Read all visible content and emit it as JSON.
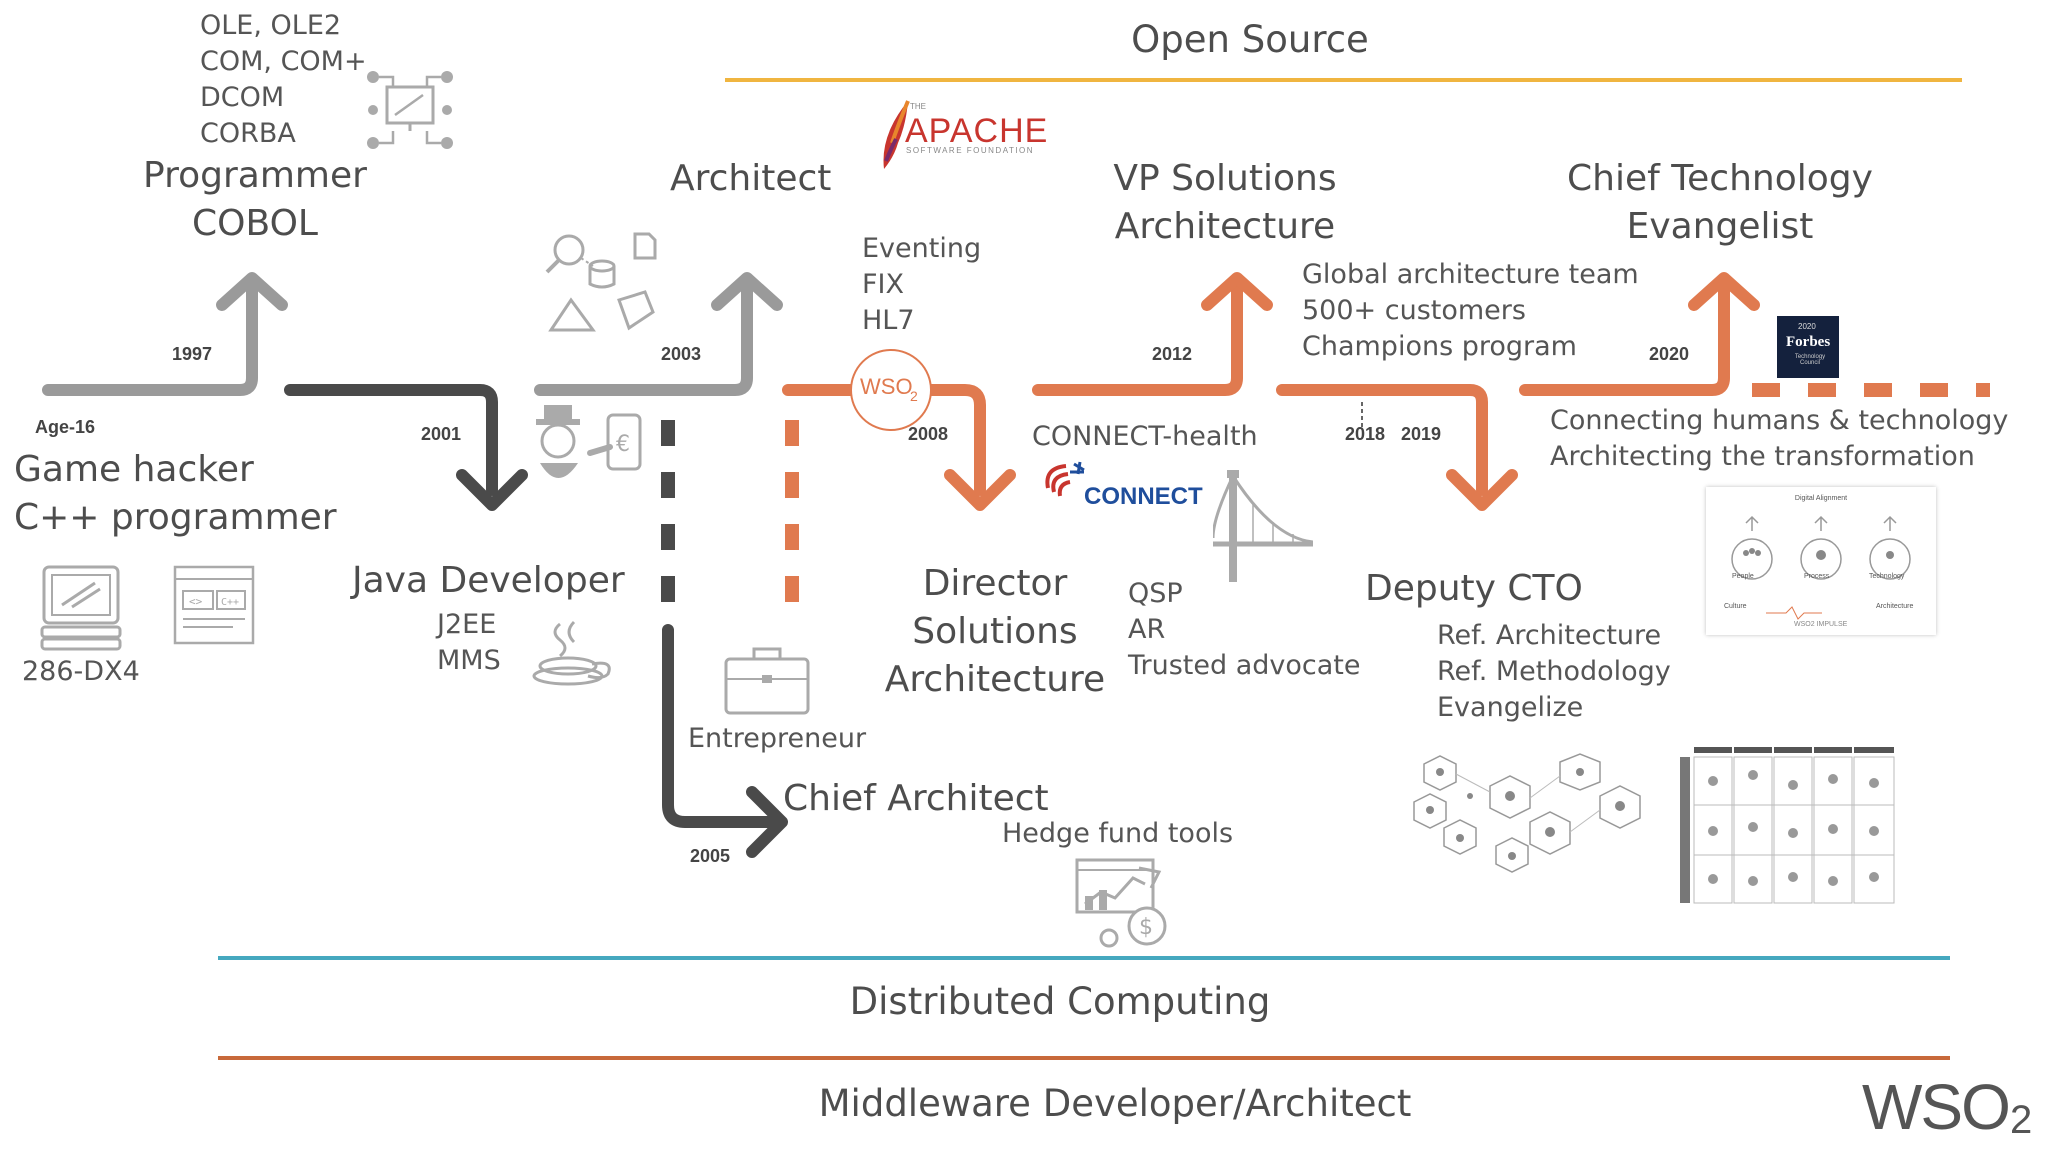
{
  "bands": {
    "open_source": "Open Source",
    "distributed": "Distributed Computing",
    "middleware": "Middleware Developer/Architect"
  },
  "colors": {
    "gray": "#9a9a9a",
    "dark": "#4a4a4a",
    "orange": "#e07a4f",
    "gold": "#f0b540",
    "teal": "#45a8bf",
    "rust": "#c8693a"
  },
  "milestones": {
    "age": "Age-16",
    "game_hacker": "Game hacker\nC++ programmer",
    "computer": "286-DX4",
    "year_1997": "1997",
    "programmer": "Programmer\nCOBOL",
    "tech_list": "OLE, OLE2\nCOM, COM+\nDCOM\nCORBA",
    "year_2001": "2001",
    "java_dev": "Java Developer",
    "java_tech": "J2EE\nMMS",
    "architect": "Architect",
    "year_2003": "2003",
    "entrepreneur": "Entrepreneur",
    "chief_architect": "Chief Architect",
    "year_2005": "2005",
    "hedge_fund": "Hedge fund tools",
    "protocols": "Eventing\nFIX\nHL7",
    "year_2008": "2008",
    "director": "Director\nSolutions\nArchitecture",
    "connect_health": "CONNECT-health",
    "connect_logo": "CONNECT",
    "qsp": "QSP\nAR\nTrusted advocate",
    "vp": "VP Solutions\nArchitecture",
    "year_2012": "2012",
    "vp_details": "Global architecture team\n500+ customers\nChampions program",
    "year_2018": "2018",
    "year_2019": "2019",
    "deputy_cto": "Deputy CTO",
    "deputy_details": "Ref. Architecture\nRef. Methodology\nEvangelize",
    "cte": "Chief Technology\nEvangelist",
    "year_2020": "2020",
    "cte_details": "Connecting humans & technology\nArchitecting the transformation"
  },
  "logos": {
    "apache": "APACHE",
    "apache_the": "THE",
    "apache_sub": "SOFTWARE FOUNDATION",
    "wso2": "WSO",
    "wso2_sub": "2",
    "forbes": "Forbes",
    "forbes_year": "2020",
    "forbes_sub": "Technology Council"
  },
  "alignment_card": {
    "title": "Digital Alignment",
    "people": "People",
    "process": "Process",
    "technology": "Technology",
    "culture": "Culture",
    "architecture": "Architecture",
    "footer": "WSO2 IMPULSE"
  }
}
